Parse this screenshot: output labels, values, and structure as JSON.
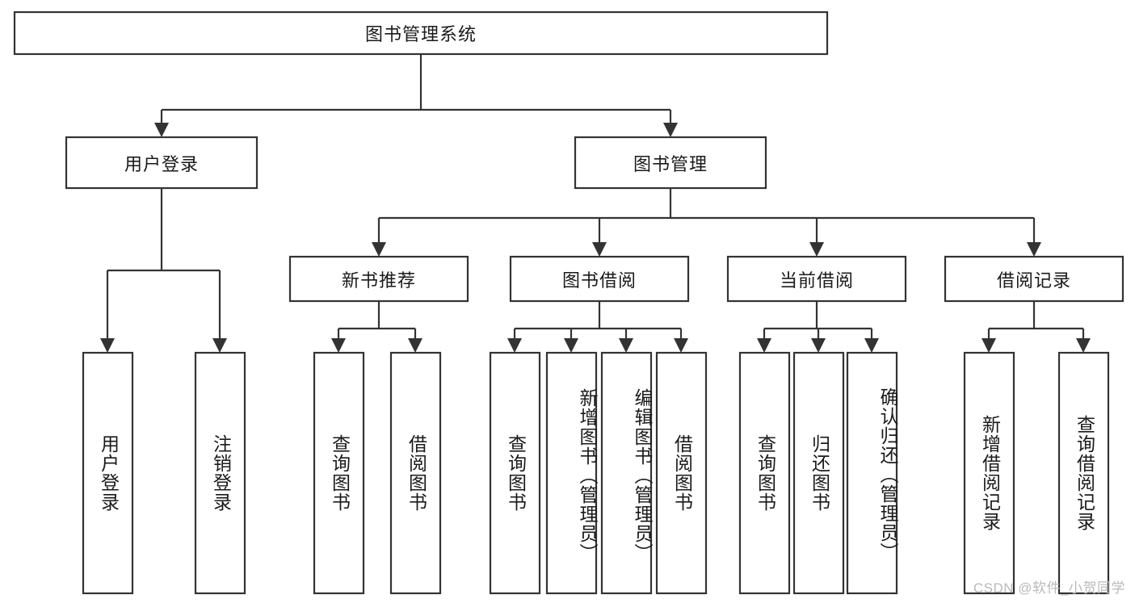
{
  "diagram": {
    "type": "tree",
    "title": "图书管理系统",
    "root": {
      "label": "图书管理系统"
    },
    "level2": [
      {
        "label": "用户登录"
      },
      {
        "label": "图书管理"
      }
    ],
    "level3": [
      {
        "label": "新书推荐"
      },
      {
        "label": "图书借阅"
      },
      {
        "label": "当前借阅"
      },
      {
        "label": "借阅记录"
      }
    ],
    "leaves": {
      "user_login": [
        {
          "label": "用户登录"
        },
        {
          "label": "注销登录"
        }
      ],
      "new_book_recommend": [
        {
          "label": "查询图书"
        },
        {
          "label": "借阅图书"
        }
      ],
      "book_borrow": [
        {
          "label": "查询图书"
        },
        {
          "label": "新增图书（管理员）"
        },
        {
          "label": "编辑图书（管理员）"
        },
        {
          "label": "借阅图书"
        }
      ],
      "current_borrow": [
        {
          "label": "查询图书"
        },
        {
          "label": "归还图书"
        },
        {
          "label": "确认归还（管理员）"
        }
      ],
      "borrow_record": [
        {
          "label": "新增借阅记录"
        },
        {
          "label": "查询借阅记录"
        }
      ]
    }
  },
  "watermark": {
    "text": "CSDN @软件_小贺同学"
  },
  "colors": {
    "background": "#ffffff",
    "box_border": "#333333",
    "connector": "#333333",
    "text": "#1a1a1a",
    "watermark": "#b9b9b9"
  }
}
